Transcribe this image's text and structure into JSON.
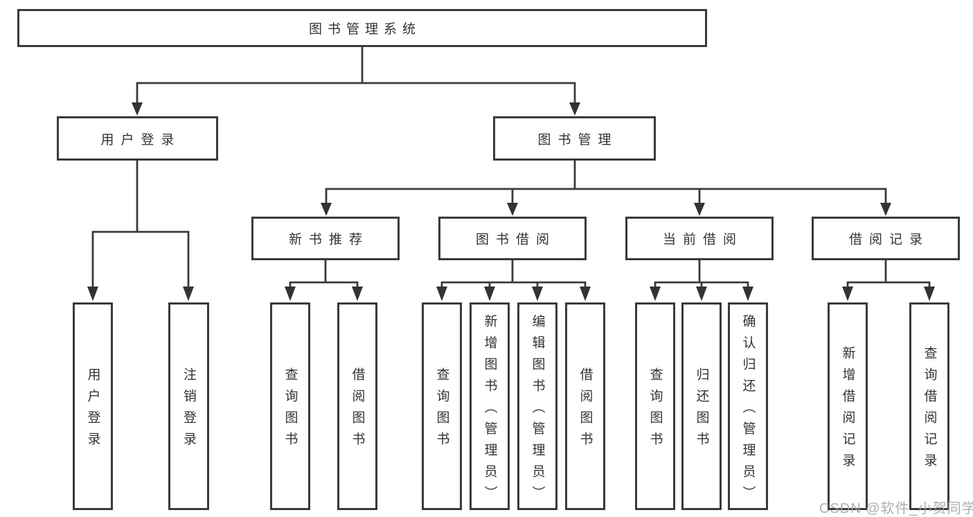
{
  "colors": {
    "background": "#ffffff",
    "line": "#3a3a3a",
    "box_border": "#3a3a3a",
    "text": "#333333",
    "watermark": "#a6a6a6"
  },
  "nodes": {
    "root": "图书管理系统",
    "user_login": "用户登录",
    "book_mgmt": "图书管理",
    "new_books": "新书推荐",
    "book_borrow": "图书借阅",
    "current_borrow": "当前借阅",
    "borrow_records": "借阅记录",
    "user_login_children": [
      "用户登录",
      "注销登录"
    ],
    "new_books_children": [
      "查询图书",
      "借阅图书"
    ],
    "book_borrow_children": [
      "查询图书",
      "新增图书（管理员）",
      "编辑图书（管理员）",
      "借阅图书"
    ],
    "current_borrow_children": [
      "查询图书",
      "归还图书",
      "确认归还（管理员）"
    ],
    "borrow_records_children": [
      "新增借阅记录",
      "查询借阅记录"
    ]
  },
  "watermark": "CSDN @软件_小贺同学"
}
